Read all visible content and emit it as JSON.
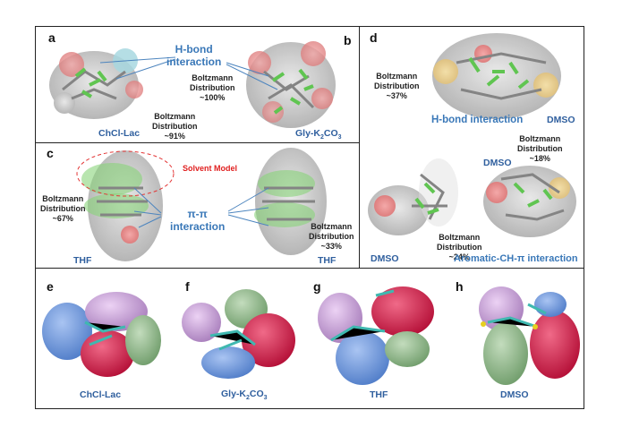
{
  "panels": {
    "a": {
      "letter": "a",
      "label": "ChCl-Lac",
      "boltzmann_title": "Boltzmann",
      "boltzmann_sub": "Distribution",
      "boltzmann_value": "~91%"
    },
    "b": {
      "letter": "b",
      "label": "Gly-K",
      "label_sub": "2",
      "label_tail": "CO",
      "label_sub2": "3",
      "boltzmann_title": "Boltzmann",
      "boltzmann_sub": "Distribution",
      "boltzmann_value": "~100%"
    },
    "ab_annotation_line1": "H-bond",
    "ab_annotation_line2": "interaction",
    "c": {
      "letter": "c",
      "solvent_model": "Solvent Model",
      "left_label": "THF",
      "right_label": "THF",
      "left_boltz_title": "Boltzmann",
      "left_boltz_sub": "Distribution",
      "left_boltz_value": "~67%",
      "right_boltz_title": "Boltzmann",
      "right_boltz_sub": "Distribution",
      "right_boltz_value": "~33%",
      "pi_line1": "π-π",
      "pi_line2": "interaction"
    },
    "d": {
      "letter": "d",
      "top_boltz_title": "Boltzmann",
      "top_boltz_sub": "Distribution",
      "top_boltz_value": "~37%",
      "hbond": "H-bond interaction",
      "dmso_top": "DMSO",
      "right_boltz_title": "Boltzmann",
      "right_boltz_sub": "Distribution",
      "right_boltz_value": "~18%",
      "dmso_mid": "DMSO",
      "bottom_boltz_title": "Boltzmann",
      "bottom_boltz_sub": "Distribution",
      "bottom_boltz_value": "~24%",
      "dmso_bottom": "DMSO",
      "aromatic": "Aromatic-CH-π interaction"
    },
    "e": {
      "letter": "e",
      "label": "ChCl-Lac"
    },
    "f": {
      "letter": "f",
      "label": "Gly-K",
      "label_sub": "2",
      "label_tail": "CO",
      "label_sub2": "3"
    },
    "g": {
      "letter": "g",
      "label": "THF"
    },
    "h": {
      "letter": "h",
      "label": "DMSO"
    }
  },
  "colors": {
    "border": "#222222",
    "caption_blue": "#2f5f9e",
    "solvent_red": "#e02020",
    "blob_blue": "#6f97dc",
    "blob_red": "#dc1747",
    "blob_green": "#8fb88a",
    "blob_pink": "#c9a0d8"
  }
}
